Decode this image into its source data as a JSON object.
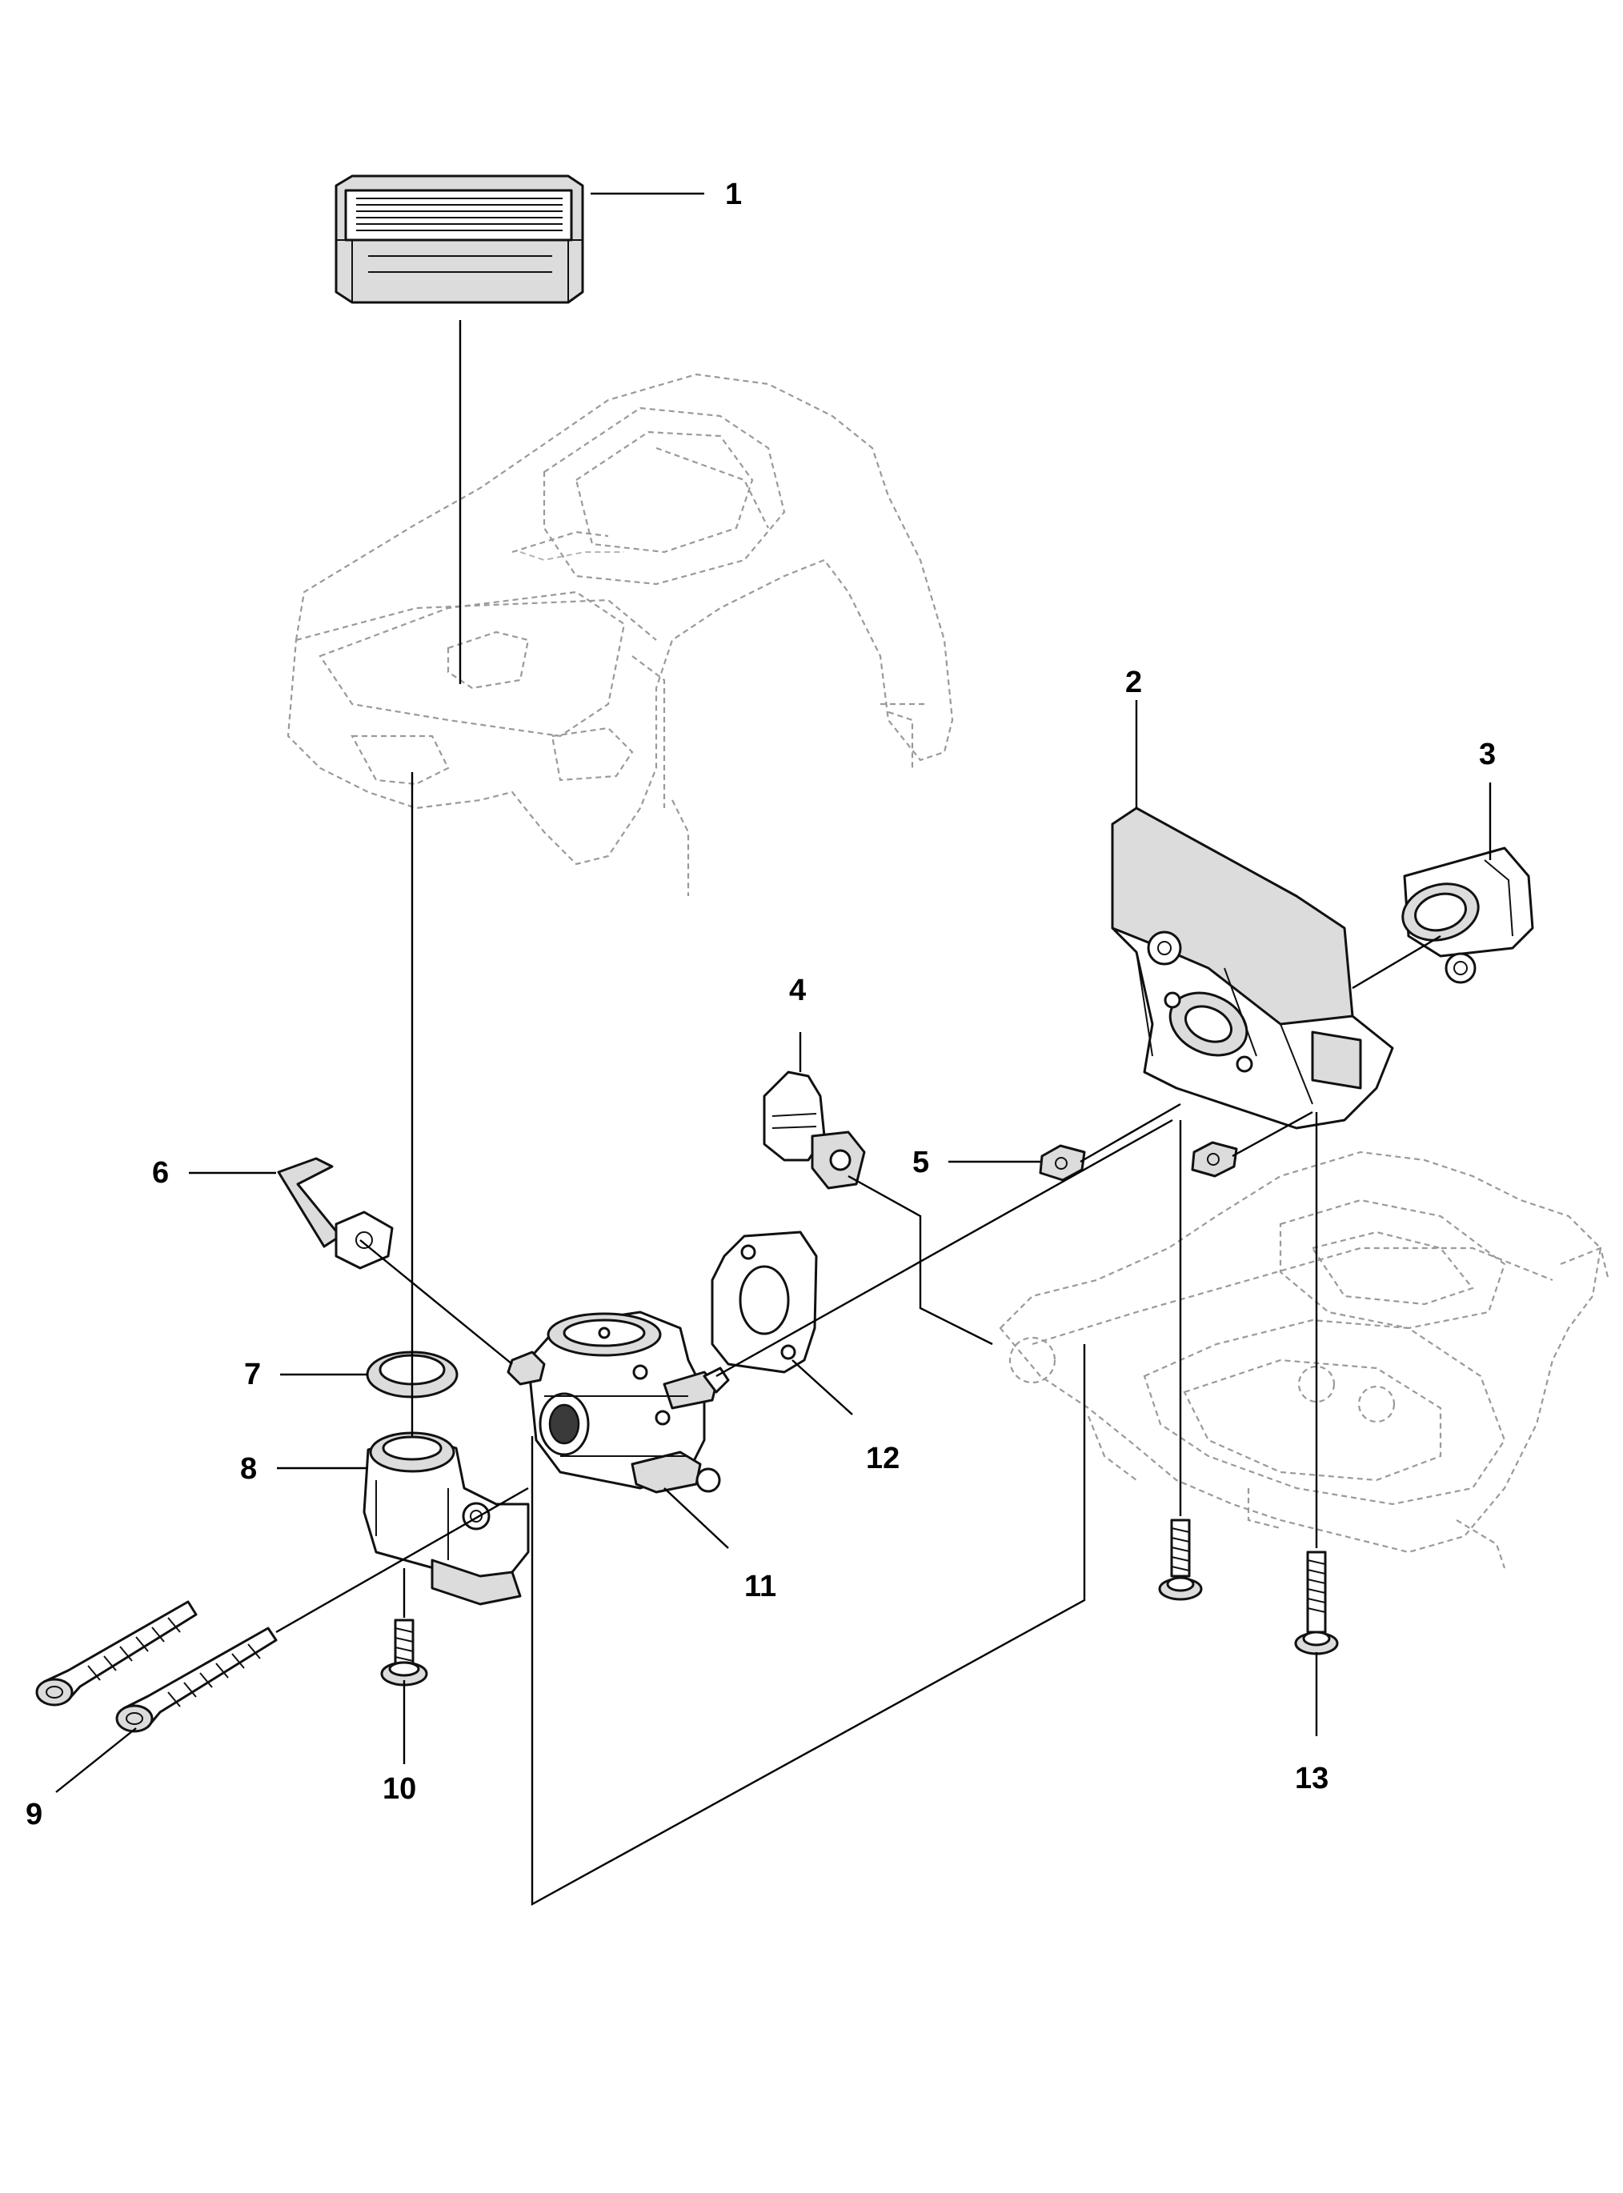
{
  "diagram": {
    "callouts": [
      {
        "id": "1",
        "label": "1"
      },
      {
        "id": "2",
        "label": "2"
      },
      {
        "id": "3",
        "label": "3"
      },
      {
        "id": "4",
        "label": "4"
      },
      {
        "id": "5",
        "label": "5"
      },
      {
        "id": "6",
        "label": "6"
      },
      {
        "id": "7",
        "label": "7"
      },
      {
        "id": "8",
        "label": "8"
      },
      {
        "id": "9",
        "label": "9"
      },
      {
        "id": "10",
        "label": "10"
      },
      {
        "id": "11",
        "label": "11"
      },
      {
        "id": "12",
        "label": "12"
      },
      {
        "id": "13",
        "label": "13"
      }
    ],
    "colors": {
      "ink": "#000000",
      "ghost_outline": "#9a9a9a",
      "part_fill_light": "#dcdcdc",
      "part_fill_dark": "#3a3a3a",
      "background": "#ffffff"
    }
  }
}
